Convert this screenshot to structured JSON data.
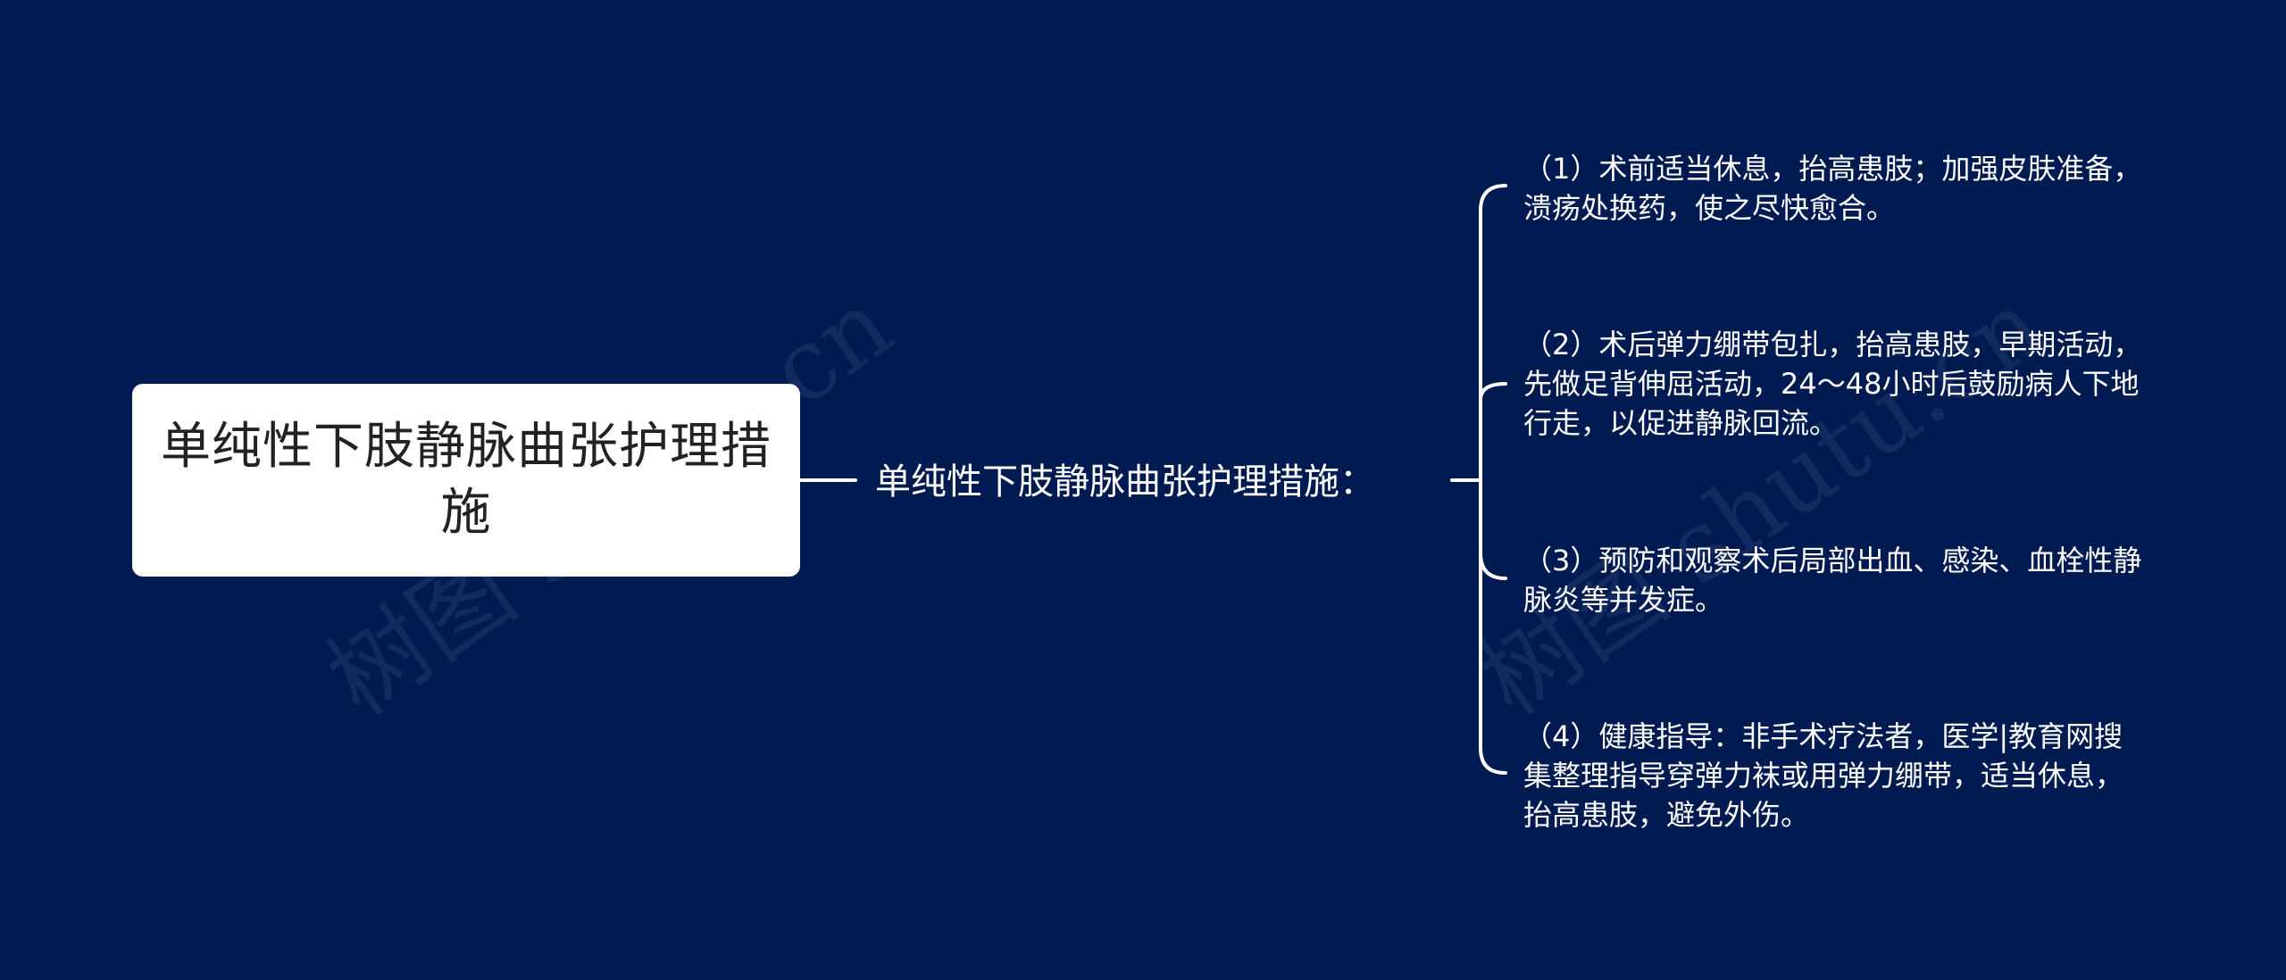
{
  "watermark": {
    "text_left": "树图 shutu.cn",
    "text_right": "树图 shutu.cn"
  },
  "root": {
    "title": "单纯性下肢静脉曲张护理措施"
  },
  "branch": {
    "label": "单纯性下肢静脉曲张护理措施："
  },
  "leaves": [
    {
      "text": "（1）术前适当休息，抬高患肢；加强皮肤准备，溃疡处换药，使之尽快愈合。"
    },
    {
      "text": "（2）术后弹力绷带包扎，抬高患肢，早期活动，先做足背伸屈活动，24～48小时后鼓励病人下地行走，以促进静脉回流。"
    },
    {
      "text": "（3）预防和观察术后局部出血、感染、血栓性静脉炎等并发症。"
    },
    {
      "text": "（4）健康指导：非手术疗法者，医学|教育网搜集整理指导穿弹力袜或用弹力绷带，适当休息，抬高患肢，避免外伤。"
    }
  ],
  "colors": {
    "background": "#001a52",
    "root_fill": "#ffffff",
    "root_text": "#222222",
    "line": "#ffffff",
    "text": "#ffffff"
  }
}
